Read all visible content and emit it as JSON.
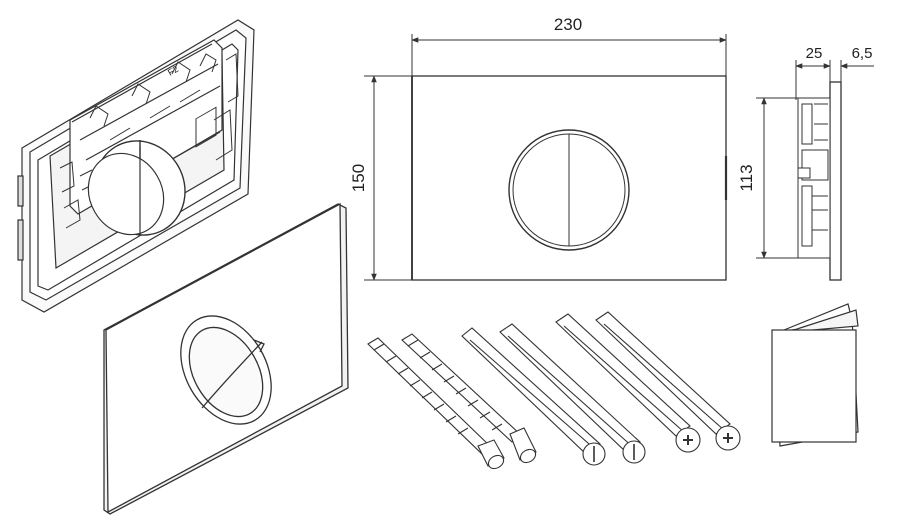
{
  "dimensions": {
    "width": "230",
    "height": "150",
    "frame_depth": "25",
    "plate_thickness": "6,5",
    "frame_height": "113"
  },
  "colors": {
    "stroke": "#333333",
    "panel_fill": "#ffffff",
    "shadow": "#d8d8d8"
  },
  "components": [
    {
      "name": "mounting-frame-iso",
      "icon": "installation-frame"
    },
    {
      "name": "cover-plate-iso",
      "icon": "flush-plate"
    },
    {
      "name": "cover-plate-front",
      "icon": "flush-plate-dual-button"
    },
    {
      "name": "side-profile",
      "icon": "plate-side-view"
    },
    {
      "name": "threaded-rods",
      "icon": "threaded-rod",
      "count": 2
    },
    {
      "name": "slotted-dowels",
      "icon": "slotted-screw-anchor",
      "count": 2
    },
    {
      "name": "phillips-dowels",
      "icon": "phillips-screw-anchor",
      "count": 2
    },
    {
      "name": "manual-booklet",
      "icon": "instruction-booklet"
    }
  ]
}
